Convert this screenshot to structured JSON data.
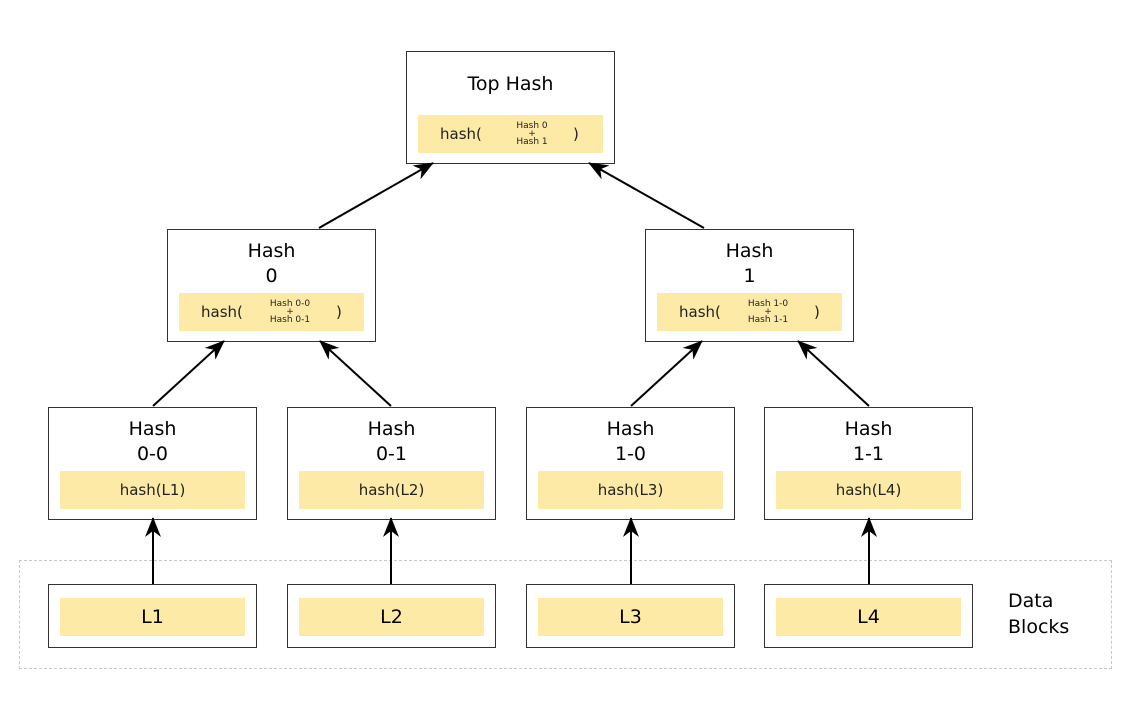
{
  "top": {
    "title": "Top Hash",
    "fn": "hash(",
    "top": "Hash 0",
    "plus": "+",
    "bottom": "Hash 1",
    "close": ")"
  },
  "h0": {
    "title1": "Hash",
    "title2": "0",
    "fn": "hash(",
    "top": "Hash 0-0",
    "plus": "+",
    "bottom": "Hash 0-1",
    "close": ")"
  },
  "h1": {
    "title1": "Hash",
    "title2": "1",
    "fn": "hash(",
    "top": "Hash 1-0",
    "plus": "+",
    "bottom": "Hash 1-1",
    "close": ")"
  },
  "leaves": [
    {
      "title1": "Hash",
      "title2": "0-0",
      "fn": "hash(L1)"
    },
    {
      "title1": "Hash",
      "title2": "0-1",
      "fn": "hash(L2)"
    },
    {
      "title1": "Hash",
      "title2": "1-0",
      "fn": "hash(L3)"
    },
    {
      "title1": "Hash",
      "title2": "1-1",
      "fn": "hash(L4)"
    }
  ],
  "blocks": [
    "L1",
    "L2",
    "L3",
    "L4"
  ],
  "data_blocks_label": {
    "line1": "Data",
    "line2": "Blocks"
  }
}
